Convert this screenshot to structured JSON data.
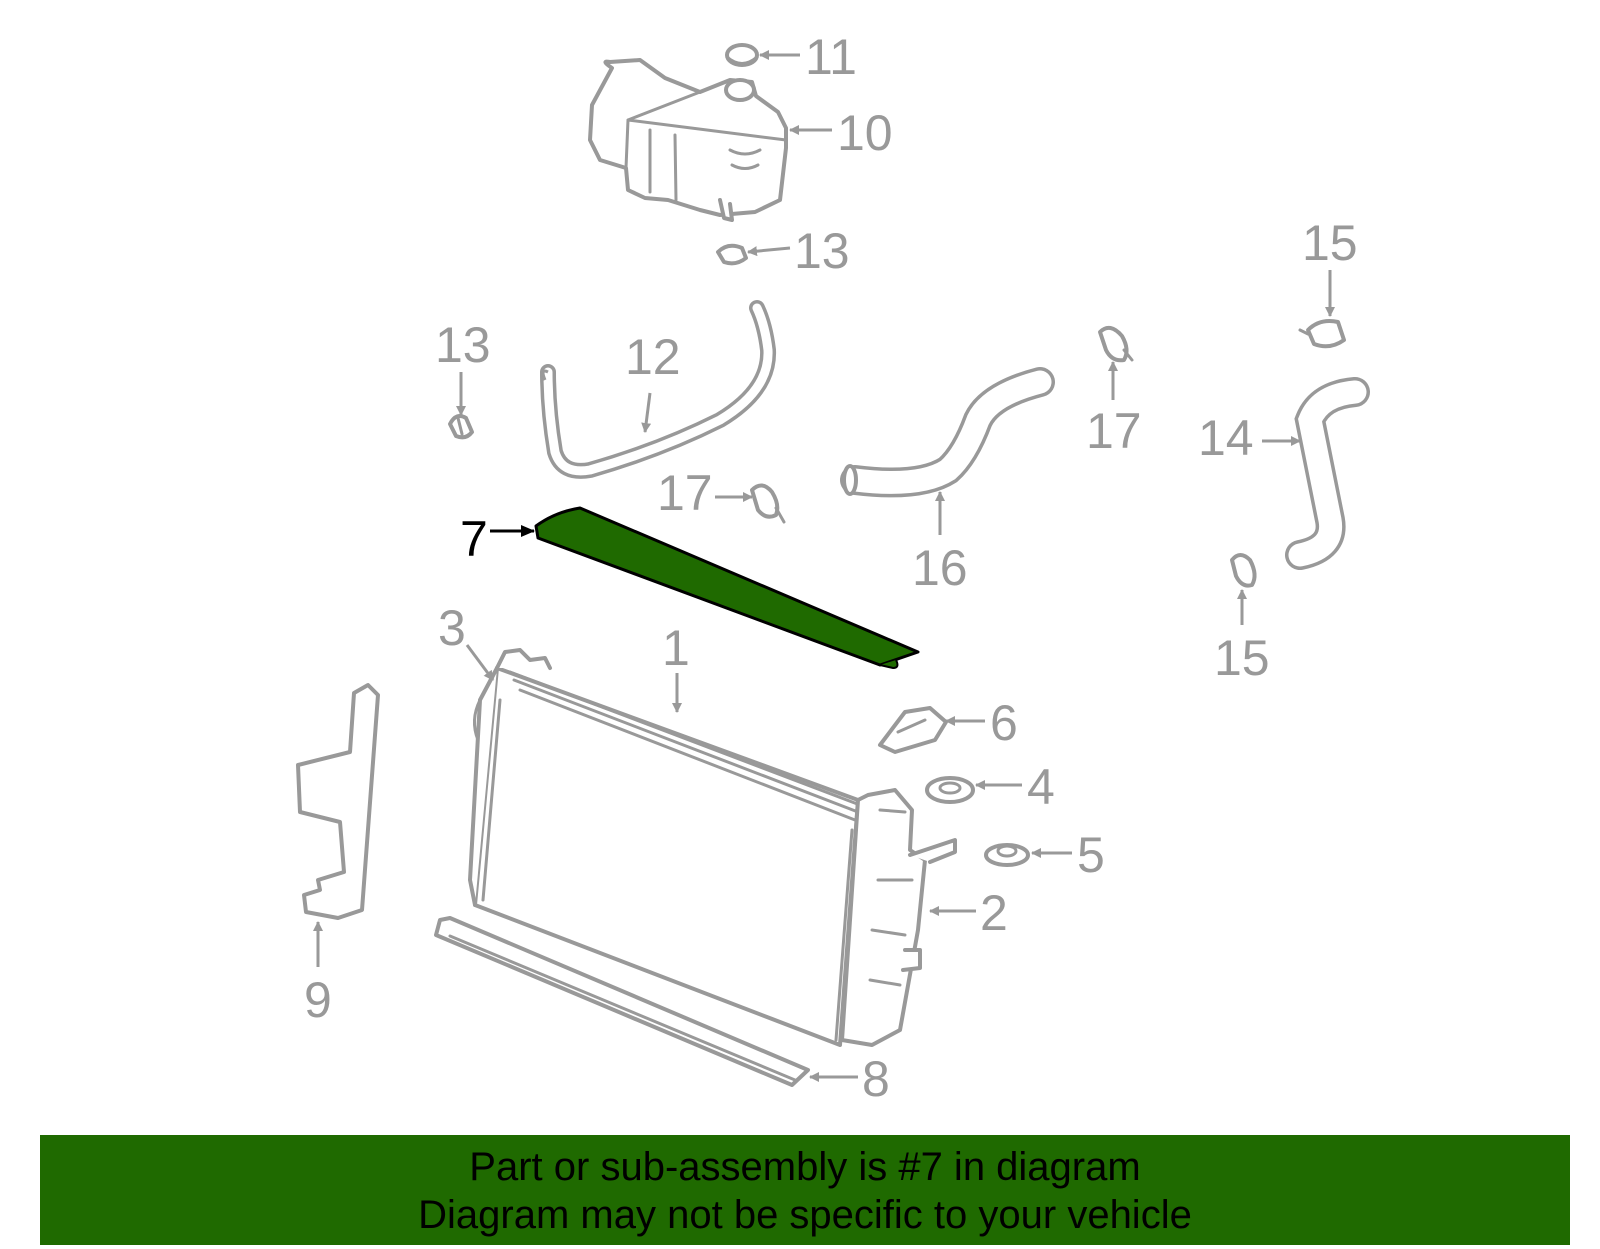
{
  "colors": {
    "highlight": "#1f6a00",
    "part_outline": "#999999",
    "banner_bg": "#1f6a00",
    "banner_text": "#000000"
  },
  "callouts": {
    "c1": "1",
    "c2": "2",
    "c3": "3",
    "c4": "4",
    "c5": "5",
    "c6": "6",
    "c7": "7",
    "c8": "8",
    "c9": "9",
    "c10": "10",
    "c11": "11",
    "c12": "12",
    "c13a": "13",
    "c13b": "13",
    "c14": "14",
    "c15a": "15",
    "c15b": "15",
    "c16": "16",
    "c17a": "17",
    "c17b": "17"
  },
  "highlighted_part": "7",
  "banner": {
    "line1": "Part or sub-assembly is #7 in diagram",
    "line2": "Diagram may not be specific to your vehicle"
  }
}
